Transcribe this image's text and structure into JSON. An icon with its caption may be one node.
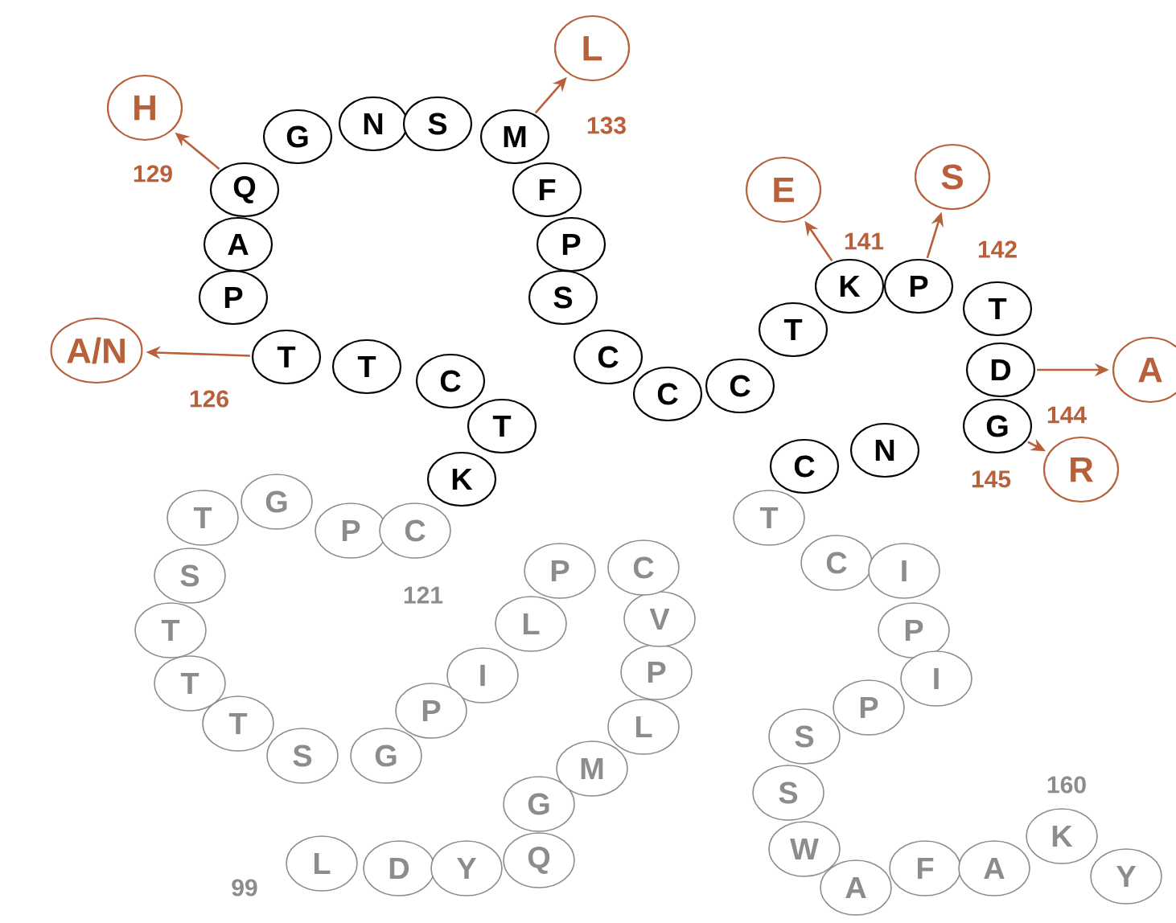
{
  "diagram": {
    "nodes": [
      {
        "text": [
          "L"
        ],
        "beside": [
          "99"
        ]
      },
      {
        "text": [
          "D"
        ]
      },
      {
        "text": [
          "Y"
        ]
      },
      {
        "text": [
          "Q"
        ]
      },
      {
        "text": [
          "G"
        ]
      },
      {
        "text": [
          "M"
        ]
      },
      {
        "text": [
          "L"
        ]
      },
      {
        "text": [
          "P"
        ]
      },
      {
        "text": [
          "V"
        ]
      },
      {
        "text": [
          "C"
        ]
      },
      {
        "text": [
          "P"
        ]
      },
      {
        "text": [
          "L"
        ]
      },
      {
        "text": [
          "I"
        ]
      },
      {
        "text": [
          "P"
        ]
      },
      {
        "text": [
          "G"
        ]
      },
      {
        "text": [
          "S"
        ]
      },
      {
        "text": [
          "T"
        ]
      },
      {
        "text": [
          "T"
        ]
      },
      {
        "text": [
          "T"
        ]
      },
      {
        "text": [
          "S"
        ]
      },
      {
        "text": [
          "T"
        ]
      },
      {
        "text": [
          "G"
        ]
      },
      {
        "text": [
          "P"
        ]
      },
      {
        "text": [
          "C"
        ],
        "beside": [
          "121"
        ]
      },
      {
        "text": [
          "K"
        ]
      },
      {
        "text": [
          "T"
        ]
      },
      {
        "text": [
          "C"
        ]
      },
      {
        "text": [
          "T"
        ]
      },
      {
        "text": [
          "T"
        ],
        "beside": [
          "126"
        ]
      },
      {
        "text": [
          "P"
        ]
      },
      {
        "text": [
          "A"
        ]
      },
      {
        "text": [
          "Q"
        ],
        "beside": [
          "129"
        ]
      },
      {
        "text": [
          "G"
        ]
      },
      {
        "text": [
          "N"
        ]
      },
      {
        "text": [
          "S"
        ]
      },
      {
        "text": [
          "M"
        ],
        "beside": [
          "133"
        ]
      },
      {
        "text": [
          "F"
        ]
      },
      {
        "text": [
          "P"
        ]
      },
      {
        "text": [
          "S"
        ]
      },
      {
        "text": [
          "C"
        ]
      },
      {
        "text": [
          "C"
        ]
      },
      {
        "text": [
          "C"
        ]
      },
      {
        "text": [
          "T"
        ]
      },
      {
        "text": [
          "K"
        ],
        "beside": [
          "141"
        ]
      },
      {
        "text": [
          "P"
        ],
        "beside": [
          "142"
        ]
      },
      {
        "text": [
          "T"
        ]
      },
      {
        "text": [
          "D"
        ],
        "beside": [
          "144"
        ]
      },
      {
        "text": [
          "G"
        ],
        "beside": [
          "145"
        ]
      },
      {
        "text": [
          "N"
        ]
      },
      {
        "text": [
          "C"
        ]
      },
      {
        "text": [
          "T"
        ]
      },
      {
        "text": [
          "C"
        ]
      },
      {
        "text": [
          "I"
        ]
      },
      {
        "text": [
          "P"
        ]
      },
      {
        "text": [
          "I"
        ]
      },
      {
        "text": [
          "P"
        ]
      },
      {
        "text": [
          "S"
        ]
      },
      {
        "text": [
          "S"
        ]
      },
      {
        "text": [
          "W"
        ]
      },
      {
        "text": [
          "A"
        ]
      },
      {
        "text": [
          "F"
        ]
      },
      {
        "text": [
          "A"
        ]
      },
      {
        "text": [
          "K"
        ],
        "beside": [
          "160"
        ]
      },
      {
        "text": [
          "Y"
        ]
      },
      {
        "text": [
          "H"
        ]
      },
      {
        "text": [
          "L"
        ]
      },
      {
        "text": [
          "A/N"
        ]
      },
      {
        "text": [
          "E"
        ]
      },
      {
        "text": [
          "S"
        ]
      },
      {
        "text": [
          "A"
        ]
      },
      {
        "text": [
          "R"
        ]
      }
    ],
    "edges": [
      {
        "from": 31,
        "to": 64,
        "arrow": "to"
      },
      {
        "from": 35,
        "to": 65,
        "arrow": "to"
      },
      {
        "from": 28,
        "to": 66,
        "arrow": "to"
      },
      {
        "from": 43,
        "to": 67,
        "arrow": "to"
      },
      {
        "from": 44,
        "to": 68,
        "arrow": "to"
      },
      {
        "from": 46,
        "to": 69,
        "arrow": "to"
      },
      {
        "from": 47,
        "to": 70,
        "arrow": "to"
      }
    ]
  }
}
